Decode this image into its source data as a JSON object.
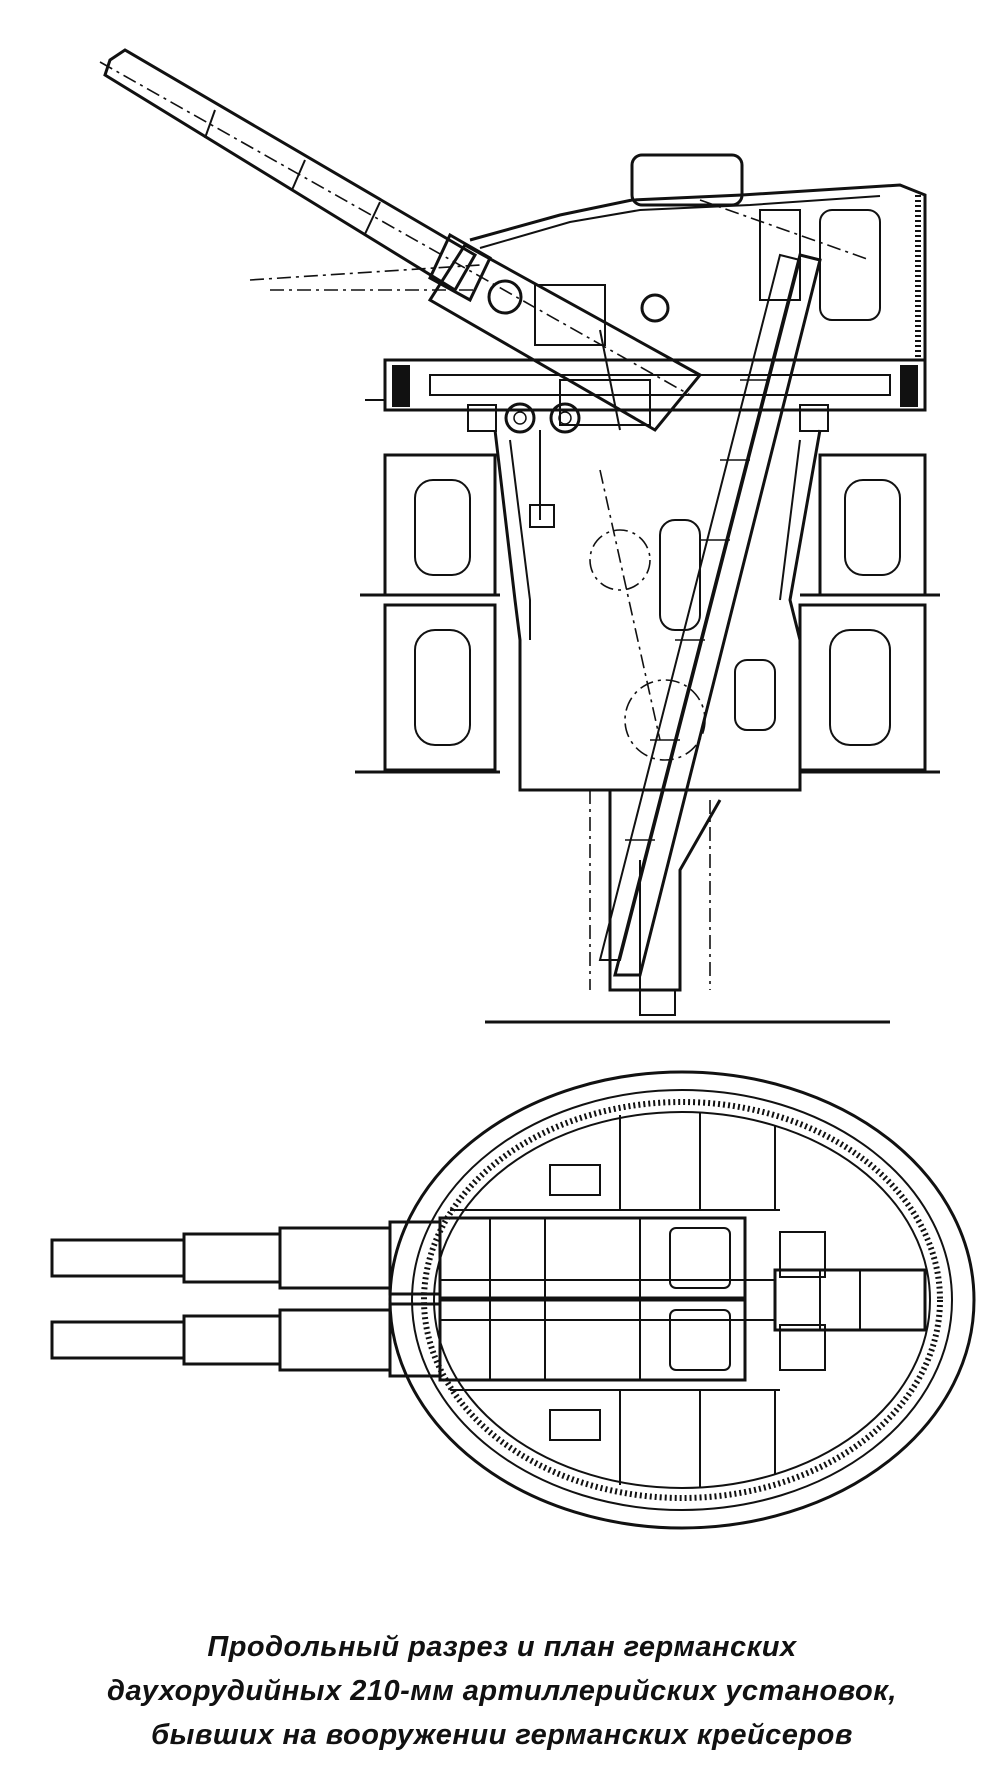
{
  "caption": {
    "line1": "Продольный разрез и план германских",
    "line2": "даухорудийных 210-мм артиллерийских установок,",
    "line3": "бывших на вооружении германских крейсеров"
  }
}
